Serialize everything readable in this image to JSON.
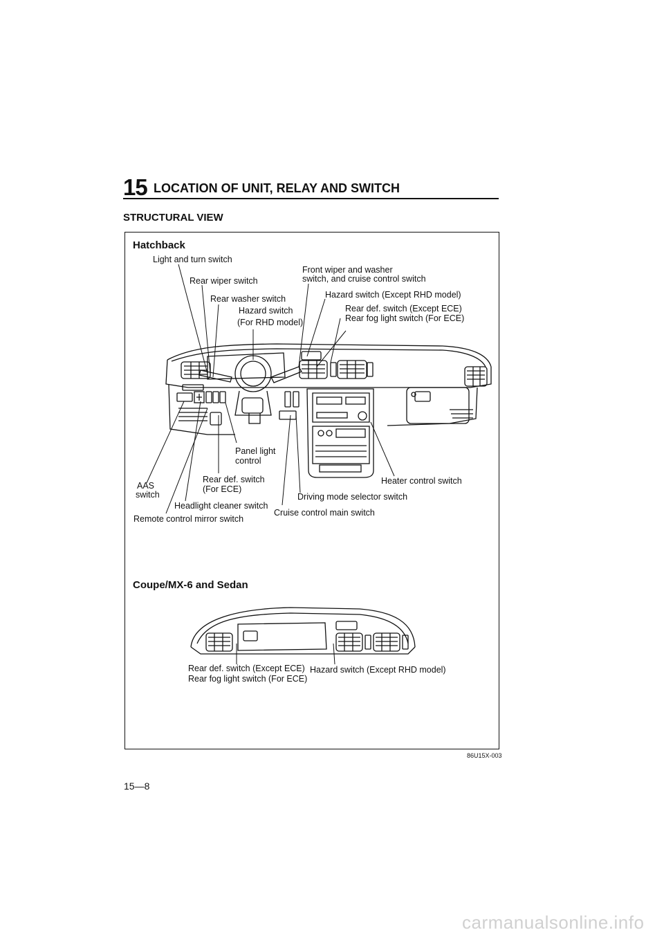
{
  "header": {
    "section_number": "15",
    "section_title": "LOCATION OF UNIT, RELAY AND SWITCH"
  },
  "page_heading": "STRUCTURAL VIEW",
  "figure": {
    "hatchback": {
      "title": "Hatchback",
      "labels": {
        "light_turn": "Light and turn switch",
        "rear_wiper": "Rear wiper switch",
        "rear_washer": "Rear washer switch",
        "hazard_rhd_1": "Hazard switch",
        "hazard_rhd_2": "(For RHD model)",
        "front_wiper_1": "Front wiper and washer",
        "front_wiper_2": "switch, and cruise control switch",
        "hazard_except": "Hazard switch (Except RHD model)",
        "rear_def_1": "Rear def. switch (Except ECE)",
        "rear_def_2": "Rear fog light switch (For ECE)",
        "panel_light_1": "Panel light",
        "panel_light_2": "control",
        "rear_def_ece_1": "Rear def. switch",
        "rear_def_ece_2": "(For ECE)",
        "aas_1": "AAS",
        "aas_2": "switch",
        "headlight_cleaner": "Headlight cleaner switch",
        "remote_mirror": "Remote control mirror switch",
        "heater_control": "Heater control switch",
        "driving_mode": "Driving mode selector switch",
        "cruise_main": "Cruise control main switch"
      }
    },
    "coupe": {
      "title": "Coupe/MX-6 and Sedan",
      "labels": {
        "rear_def_1": "Rear def. switch (Except ECE)",
        "rear_def_2": "Rear fog light switch (For ECE)",
        "hazard": "Hazard switch (Except RHD model)"
      }
    },
    "figure_code": "86U15X-003"
  },
  "footer": {
    "page_number": "15—8",
    "watermark": "carmanualsonline.info"
  }
}
